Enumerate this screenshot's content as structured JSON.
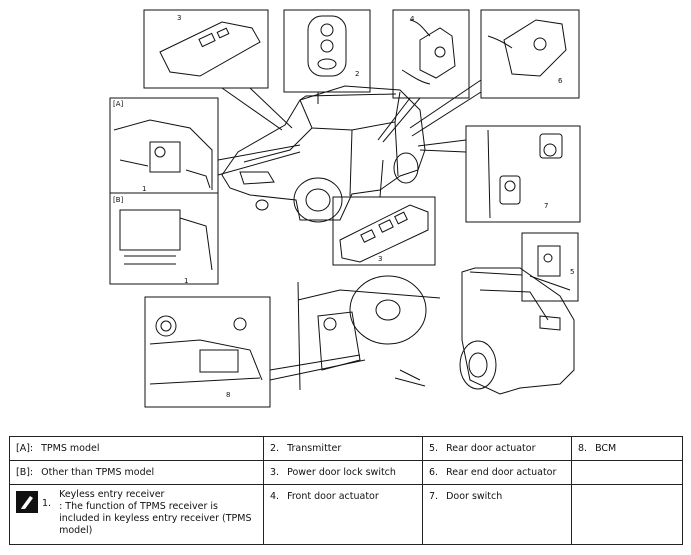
{
  "diagram": {
    "callouts": {
      "c1a": "1",
      "c1b": "1",
      "c2": "2",
      "c3a": "3",
      "c3b": "3",
      "c4": "4",
      "c5": "5",
      "c6": "6",
      "c7": "7",
      "c8": "8",
      "tagA": "[A]",
      "tagB": "[B]"
    }
  },
  "legend": {
    "r1c1": {
      "label": "[A]:",
      "text": "TPMS model"
    },
    "r1c2": {
      "num": "2.",
      "text": "Transmitter"
    },
    "r1c3": {
      "num": "5.",
      "text": "Rear door actuator"
    },
    "r1c4": {
      "num": "8.",
      "text": "BCM"
    },
    "r2c1": {
      "label": "[B]:",
      "text": "Other than TPMS model"
    },
    "r2c2": {
      "num": "3.",
      "text": "Power door lock switch"
    },
    "r2c3": {
      "num": "6.",
      "text": "Rear end door actuator"
    },
    "r3c1": {
      "num": "1.",
      "line1": "Keyless entry receiver",
      "line2": ": The function of TPMS receiver is",
      "line3": "included in keyless entry receiver (TPMS",
      "line4": "model)",
      "icon": "note-icon"
    },
    "r3c2": {
      "num": "4.",
      "text": "Front door actuator"
    },
    "r3c3": {
      "num": "7.",
      "text": "Door switch"
    }
  }
}
